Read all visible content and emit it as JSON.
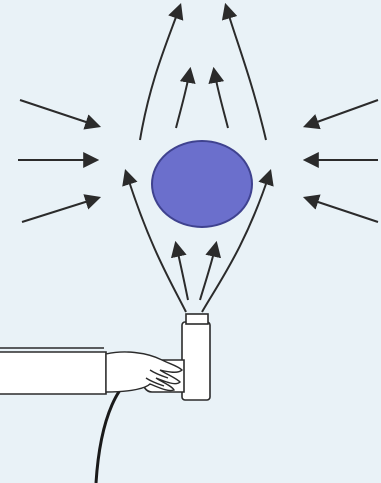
{
  "colors": {
    "background": "#e9f2f7",
    "ball_fill": "#6b6fcc",
    "ball_stroke": "#3f428f",
    "line": "#2b2b2b",
    "device_fill": "#ffffff"
  },
  "objects": {
    "ball": "ball",
    "dryer": "hair-dryer",
    "hand": "hand",
    "sleeve": "sleeve",
    "cord": "power-cord"
  }
}
